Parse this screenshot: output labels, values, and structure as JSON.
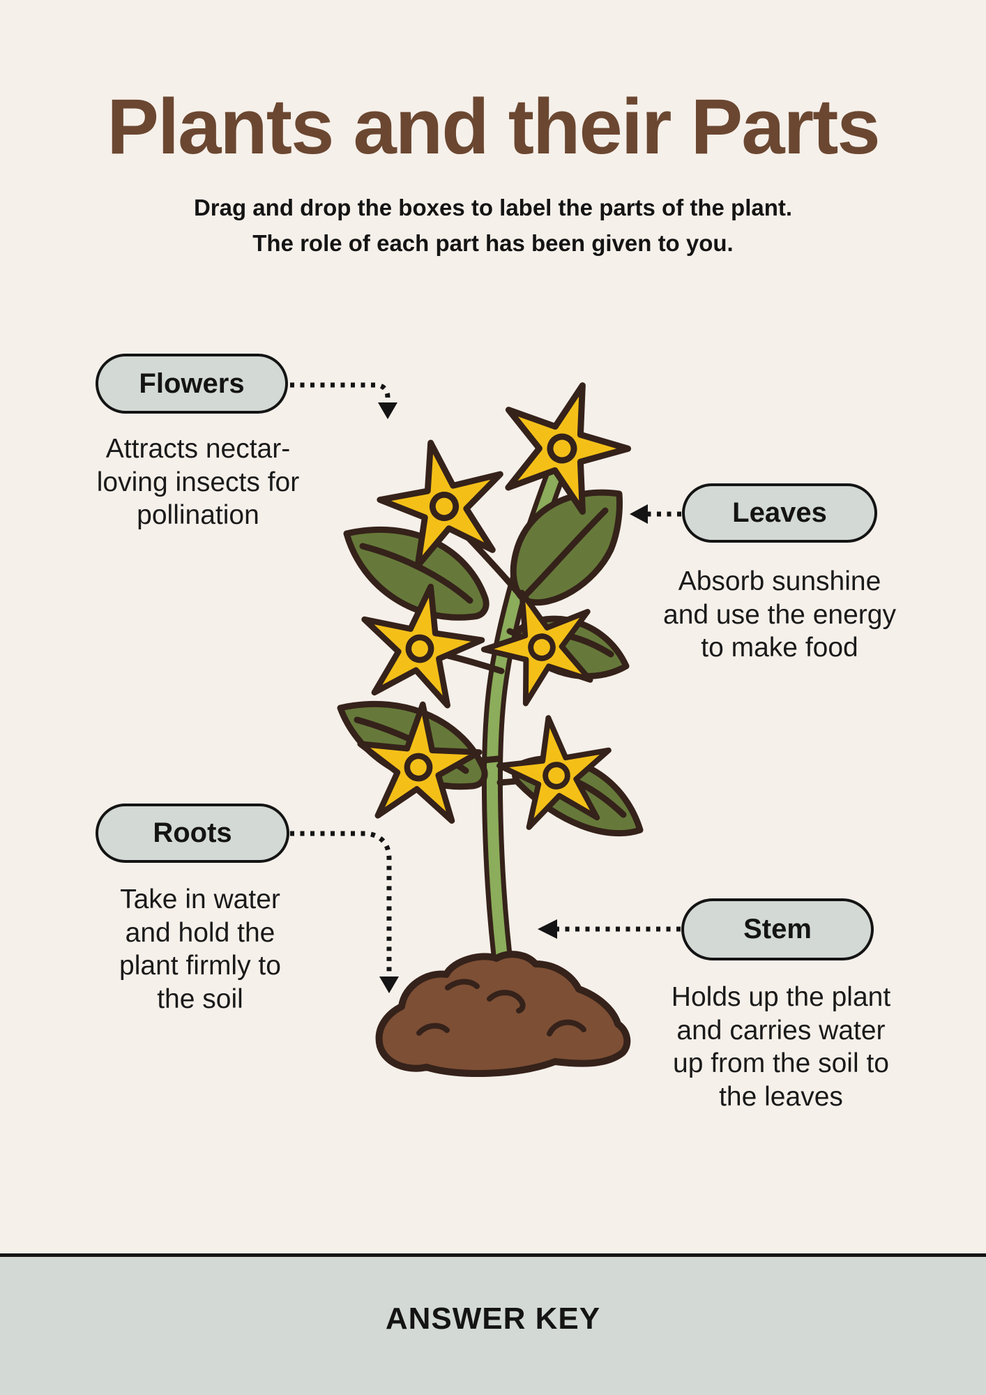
{
  "page": {
    "title": "Plants and their Parts",
    "instructions": "Drag and drop the boxes to label the parts of the plant.\nThe role of each part has been given to you.",
    "footer_label": "ANSWER KEY"
  },
  "labels": {
    "flowers": {
      "label": "Flowers",
      "description": "Attracts nectar-\nloving insects for\npollination"
    },
    "leaves": {
      "label": "Leaves",
      "description": "Absorb sunshine\nand use the energy\nto make food"
    },
    "roots": {
      "label": "Roots",
      "description": "Take in water\nand hold the\nplant firmly to\nthe soil"
    },
    "stem": {
      "label": "Stem",
      "description": "Holds up the plant\nand carries water\nup from the soil to\nthe leaves"
    }
  },
  "illustration": {
    "subject": "flowering plant growing from a soil mound",
    "parts": [
      "flowers",
      "leaves",
      "stem",
      "soil"
    ],
    "flower_count": 6,
    "colors": {
      "background": "#f6f0ea",
      "title_brown": "#6b4731",
      "pill_fill": "#d3d9d4",
      "pill_border": "#141414",
      "text_black": "#141414",
      "outline_brown": "#35221a",
      "flower_yellow": "#f4c018",
      "leaf_green": "#66793a",
      "stem_green": "#8cad5b",
      "soil_brown": "#7d4f35",
      "footer_band": "#d3d9d4"
    }
  }
}
